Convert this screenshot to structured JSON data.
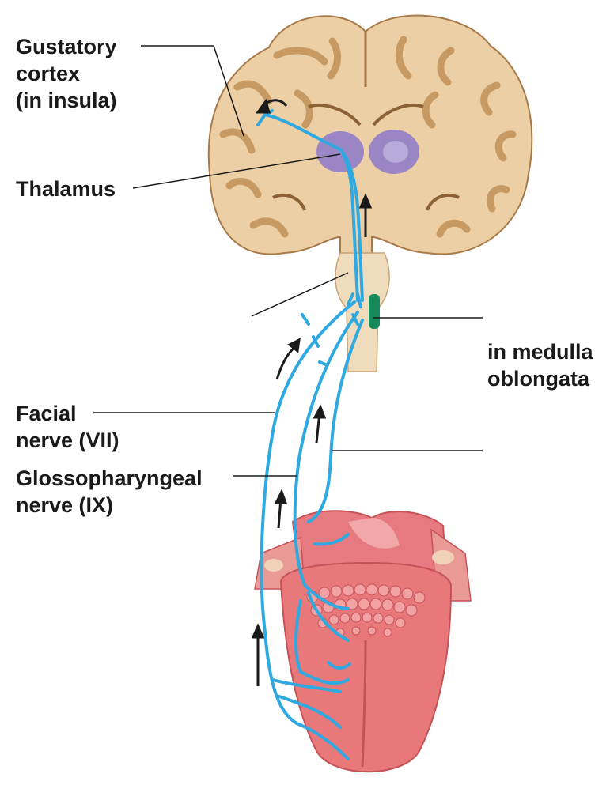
{
  "labels": {
    "gustatory_cortex": [
      "Gustatory",
      "cortex",
      "(in insula)"
    ],
    "thalamus": [
      "Thalamus"
    ],
    "medulla": [
      "in medulla",
      "oblongata"
    ],
    "facial_nerve": [
      "Facial",
      "nerve (VII)"
    ],
    "glossopharyngeal_nerve": [
      "Glossopharyngeal",
      "nerve (IX)"
    ]
  },
  "colors": {
    "brain_tissue": "#eccfa4",
    "gyri_dark": "#c89a63",
    "brain_outline": "#a77a48",
    "thalamus": "#9a86c4",
    "nerve": "#2fa9e0",
    "nucleus": "#168a5a",
    "tongue": "#e8787a",
    "tongue_dark": "#c65258",
    "papillae": "#f2a2a2"
  }
}
